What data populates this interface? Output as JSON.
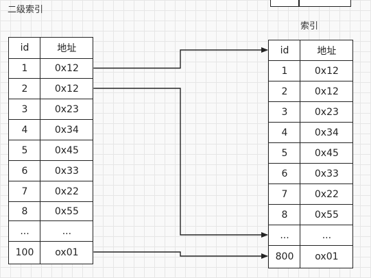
{
  "left_table": {
    "title": "二级索引",
    "headers": [
      "id",
      "地址"
    ],
    "rows": [
      [
        "1",
        "0x12"
      ],
      [
        "2",
        "0x12"
      ],
      [
        "3",
        "0x23"
      ],
      [
        "4",
        "0x34"
      ],
      [
        "5",
        "0x45"
      ],
      [
        "6",
        "0x33"
      ],
      [
        "7",
        "0x22"
      ],
      [
        "8",
        "0x55"
      ],
      [
        "...",
        "..."
      ],
      [
        "100",
        "ox01"
      ]
    ]
  },
  "right_table": {
    "title": "索引",
    "headers": [
      "id",
      "地址"
    ],
    "rows": [
      [
        "1",
        "0x12"
      ],
      [
        "2",
        "0x12"
      ],
      [
        "3",
        "0x23"
      ],
      [
        "4",
        "0x34"
      ],
      [
        "5",
        "0x45"
      ],
      [
        "6",
        "0x33"
      ],
      [
        "7",
        "0x22"
      ],
      [
        "8",
        "0x55"
      ],
      [
        "...",
        "..."
      ],
      [
        "800",
        "ox01"
      ]
    ]
  },
  "arrows": [
    {
      "from_row": 1,
      "to_row": "header"
    },
    {
      "from_row": 2,
      "to_row": "..."
    },
    {
      "from_row": 100,
      "to_row": 800
    }
  ],
  "colors": {
    "line": "#222222",
    "grid": "#e6e6e6",
    "cell_bg": "#ffffff"
  }
}
